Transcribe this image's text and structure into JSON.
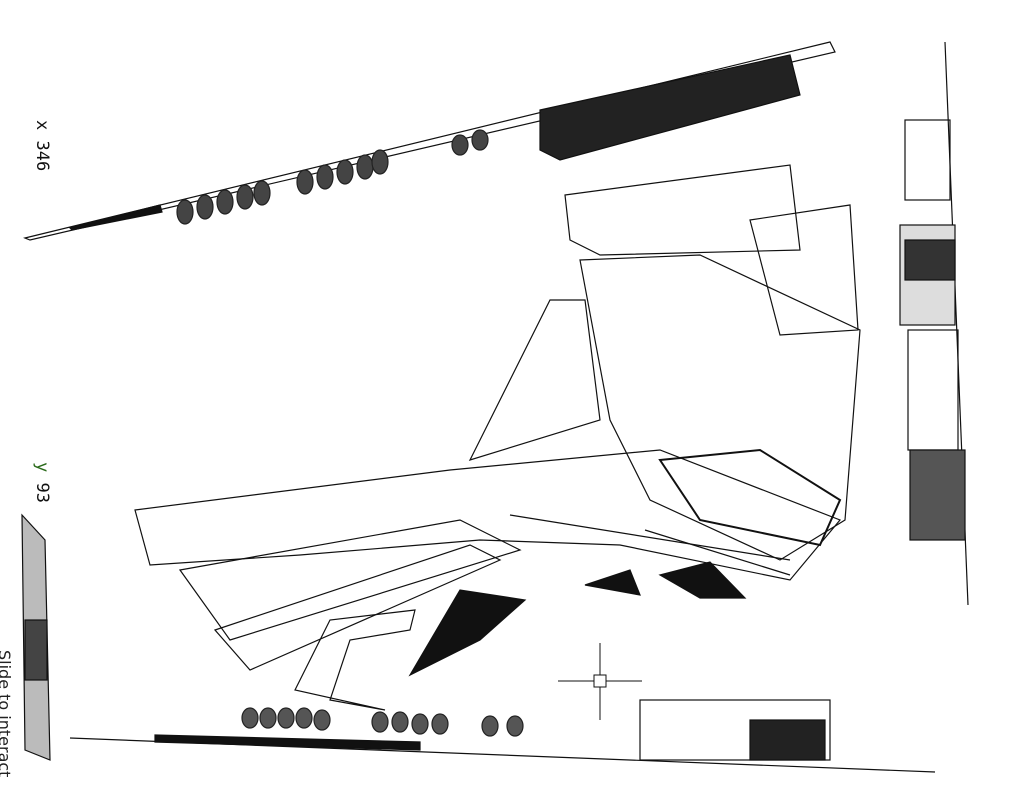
{
  "coords": {
    "x_axis": "x",
    "x_value": "346",
    "y_axis": "y",
    "y_value": "93"
  },
  "hint": "Slide to interact",
  "colors": {
    "ink": "#111111",
    "y_axis": "#2a6a1a",
    "background": "#ffffff"
  },
  "cursor": "crosshair-icon"
}
